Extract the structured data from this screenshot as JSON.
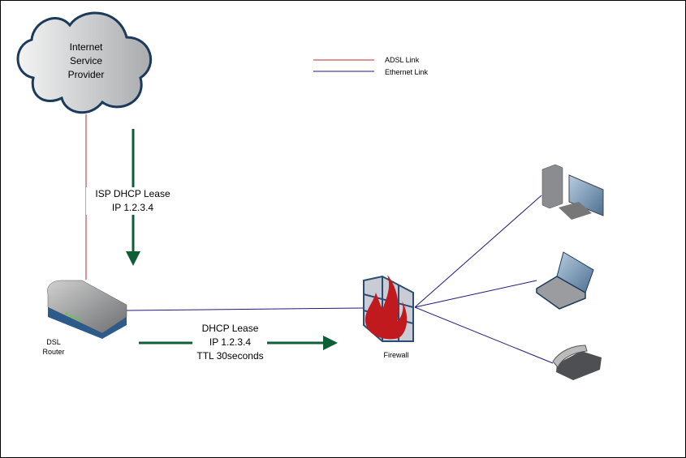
{
  "colors": {
    "adsl": "#c0272d",
    "ethernet": "#1f1a7a",
    "arrow": "#0f5e36"
  },
  "cloud": {
    "lines": [
      "Internet",
      "Service",
      "Provider"
    ],
    "icon": "cloud-icon"
  },
  "legend": {
    "adsl": "ADSL Link",
    "ethernet": "Ethernet Link"
  },
  "isp_lease": {
    "line1": "ISP DHCP Lease",
    "line2": "IP 1.2.3.4"
  },
  "router": {
    "line1": "DSL",
    "line2": "Router",
    "icon": "router-icon"
  },
  "dhcp_lease": {
    "line1": "DHCP Lease",
    "line2": "IP 1.2.3.4",
    "line3": "TTL 30seconds"
  },
  "firewall": {
    "label": "Firewall",
    "icon": "firewall-icon"
  },
  "devices": [
    "desktop-icon",
    "laptop-icon",
    "phone-icon"
  ]
}
